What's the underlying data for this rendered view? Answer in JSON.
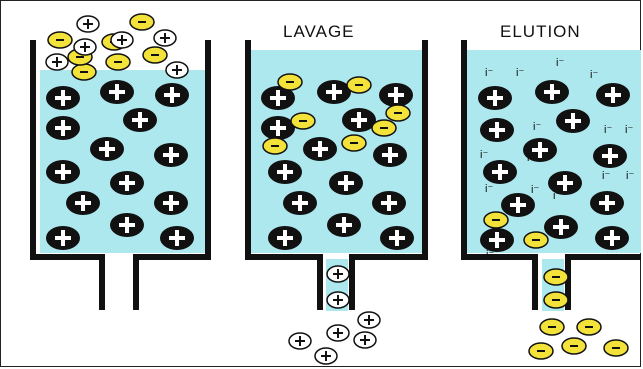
{
  "stages": {
    "loading": {
      "label": ""
    },
    "wash": {
      "label": "LAVAGE"
    },
    "elution": {
      "label": "ELUTION"
    }
  },
  "colors": {
    "liquid": "#aee8ef",
    "column_wall": "#111111",
    "resin_bead": "#111111",
    "bead_sign": "#ffffff",
    "anion": "#f3e23a",
    "cation_free": "#ffffff",
    "eluent_ion": "#111111"
  },
  "glyphs": {
    "plus": "+",
    "minus": "−",
    "eluent_ion": "i⁻"
  }
}
